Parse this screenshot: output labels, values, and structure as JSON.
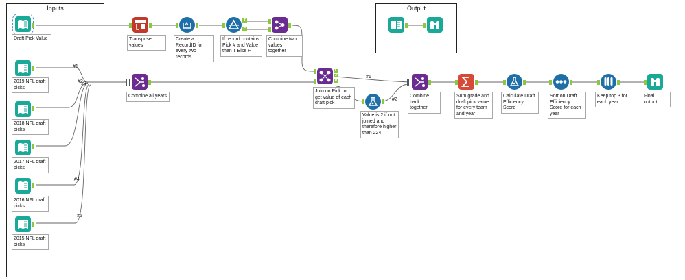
{
  "containers": {
    "inputs_title": "Inputs",
    "output_title": "Output"
  },
  "tools": {
    "draft_pick_value": "Draft Pick Value",
    "draft_2019": "2019 NFL draft picks",
    "draft_2018": "2018 NFL draft picks",
    "draft_2017": "2017 NFL draft picks",
    "draft_2016": "2016 NFL draft picks",
    "draft_2015": "2015 NFL draft picks",
    "transpose": "Transpose values",
    "record_id": "Create a RecordID for every two records",
    "filter": "If record contains Pick # and Value then T Else F",
    "combine_two": "Combine two values together",
    "combine_years": "Combine all years",
    "join_pick": "Join on Pick to get value of each draft pick",
    "formula_value": "Value is 2 if not joined and therefore higher than 224",
    "combine_back": "Combine back together",
    "summarize": "Sum grade and draft pick value for every team and year",
    "calc_score": "Calculate Draft Efficiency Score",
    "sort": "Sort on Draft Efficiency Score for each year",
    "keep_top": "Keep top 3 for each year",
    "final_output": "Final output"
  },
  "connection_labels": {
    "c1": "#1",
    "c3": "#3",
    "c2": "#2",
    "c4": "#4",
    "c5": "#5",
    "j1": "#1",
    "j2": "#2"
  },
  "anchor_letters": {
    "true": "T",
    "false": "F",
    "left": "L",
    "join": "J",
    "right": "R"
  },
  "icons": {
    "input": "book-input-icon",
    "transpose": "transpose-icon",
    "record_id": "record-id-icon",
    "filter": "filter-icon",
    "append": "append-fields-icon",
    "union": "union-icon",
    "join": "join-icon",
    "formula": "formula-flask-icon",
    "summarize": "sigma-icon",
    "sort": "sort-icon",
    "sample": "sample-test-tubes-icon",
    "browse": "binoculars-icon"
  },
  "colors": {
    "input": "#1aa898",
    "transform": "#c0392b",
    "preparation": "#1e6fa8",
    "join": "#6a2c91",
    "summarize": "#d64a3a",
    "browse": "#1aa898",
    "anchor": "#8dc63f",
    "wire": "#555555"
  }
}
